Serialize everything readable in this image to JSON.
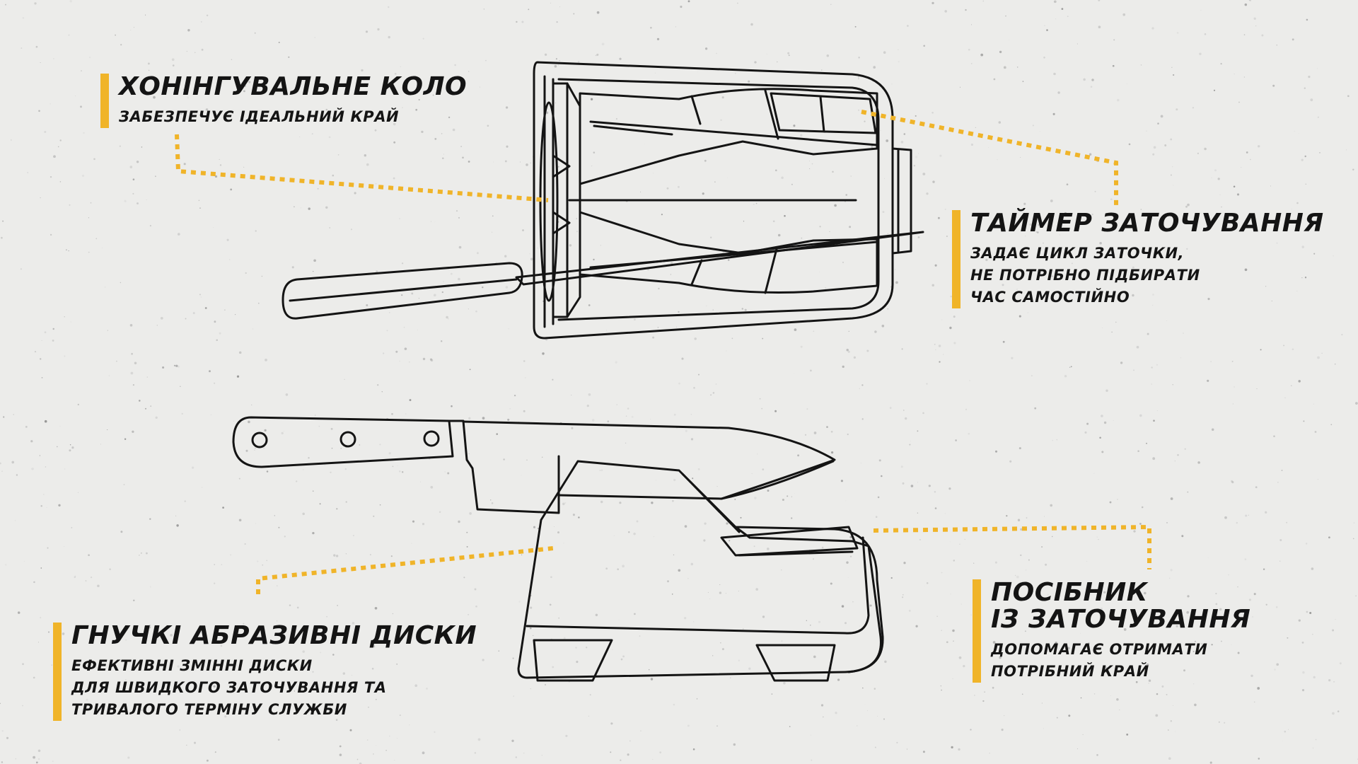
{
  "colors": {
    "accent": "#f0b429",
    "background": "#ececea",
    "ink": "#141414"
  },
  "callouts": {
    "honing": {
      "title": "ХОНІНГУВАЛЬНЕ КОЛО",
      "description": "ЗАБЕЗПЕЧУЄ ІДЕАЛЬНИЙ КРАЙ"
    },
    "timer": {
      "title": "ТАЙМЕР ЗАТОЧУВАННЯ",
      "description": "ЗАДАЄ ЦИКЛ ЗАТОЧКИ,\nНЕ ПОТРІБНО ПІДБИРАТИ\nЧАС САМОСТІЙНО"
    },
    "discs": {
      "title": "ГНУЧКІ АБРАЗИВНІ ДИСКИ",
      "description": "ЕФЕКТИВНІ ЗМІННІ ДИСКИ\nДЛЯ ШВИДКОГО ЗАТОЧУВАННЯ ТА\nТРИВАЛОГО ТЕРМІНУ СЛУЖБИ"
    },
    "guide": {
      "title": "ПОСІБНИК\nІЗ ЗАТОЧУВАННЯ",
      "description": "ДОПОМАГАЄ ОТРИМАТИ\nПОТРІБНИЙ КРАЙ"
    }
  }
}
